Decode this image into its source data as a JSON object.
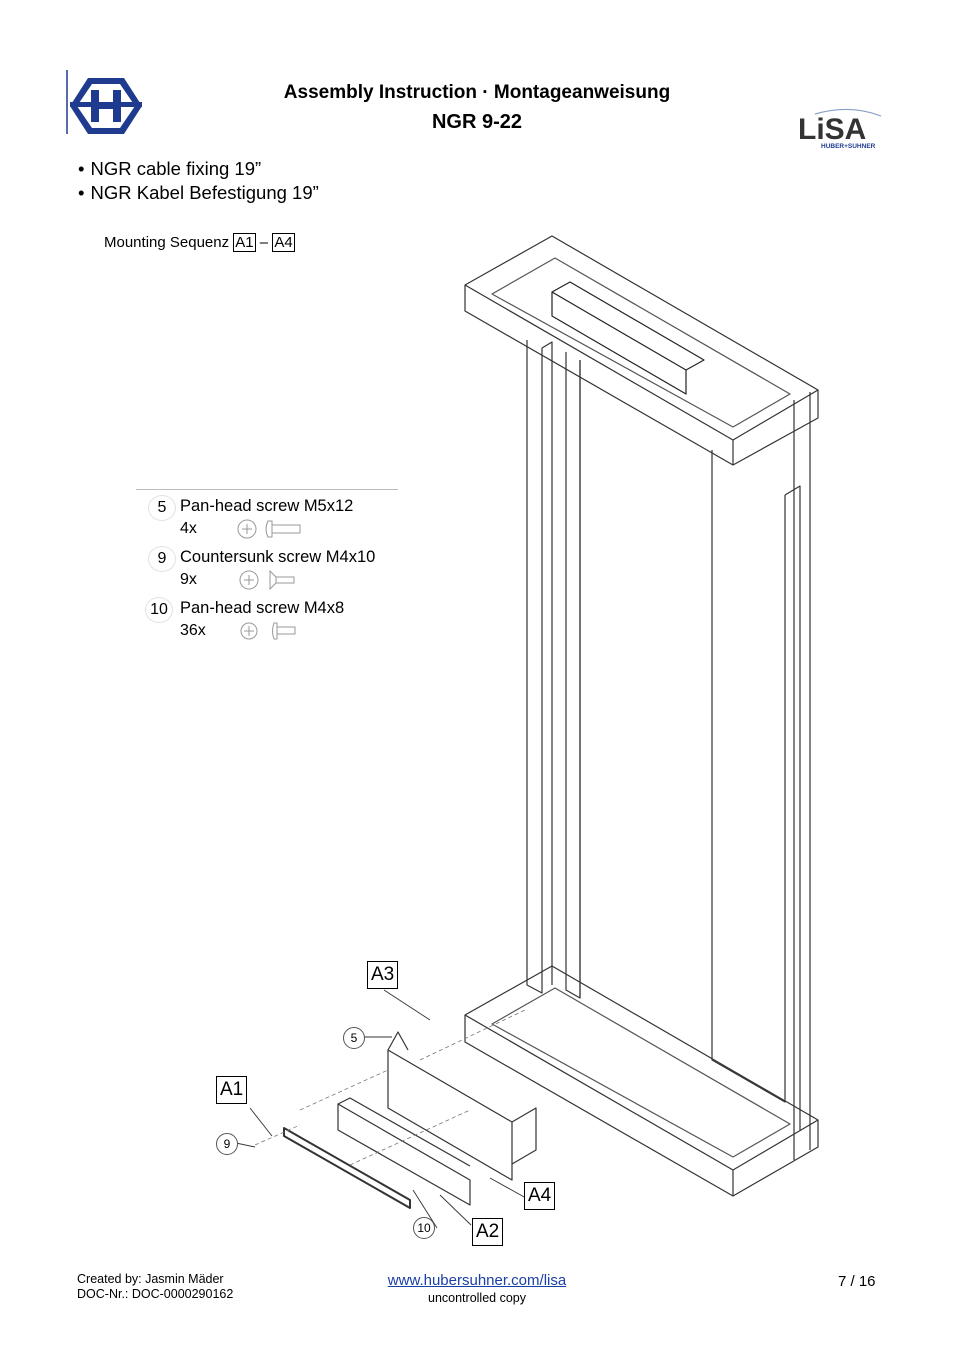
{
  "header": {
    "title": "Assembly Instruction · Montageanweisung",
    "subtitle": "NGR 9-22",
    "logo_left": "huber-suhner-h-logo",
    "logo_right": {
      "text": "LiSA",
      "subtext": "HUBER+SUHNER"
    }
  },
  "bullets": [
    "NGR cable fixing 19”",
    "NGR Kabel Befestigung 19”"
  ],
  "sequence": {
    "label": "Mounting Sequenz",
    "from": "A1",
    "dash": "–",
    "to": "A4"
  },
  "parts": [
    {
      "num": "5",
      "name": "Pan-head screw M5x12",
      "qty": "4x",
      "icon": "pan-head-screw-icon"
    },
    {
      "num": "9",
      "name": "Countersunk screw M4x10",
      "qty": "9x",
      "icon": "countersunk-screw-icon"
    },
    {
      "num": "10",
      "name": "Pan-head screw M4x8",
      "qty": "36x",
      "icon": "pan-head-screw-icon"
    }
  ],
  "callouts": {
    "a1": "A1",
    "a2": "A2",
    "a3": "A3",
    "a4": "A4",
    "c5": "5",
    "c9": "9",
    "c10": "10"
  },
  "footer": {
    "created": "Created by: Jasmin Mäder",
    "doc": "DOC-Nr.: DOC-0000290162",
    "link": "www.hubersuhner.com/lisa",
    "note": "uncontrolled copy",
    "page": "7 / 16"
  },
  "colors": {
    "brand_blue": "#1f3b8f",
    "link": "#1a3fa6"
  }
}
